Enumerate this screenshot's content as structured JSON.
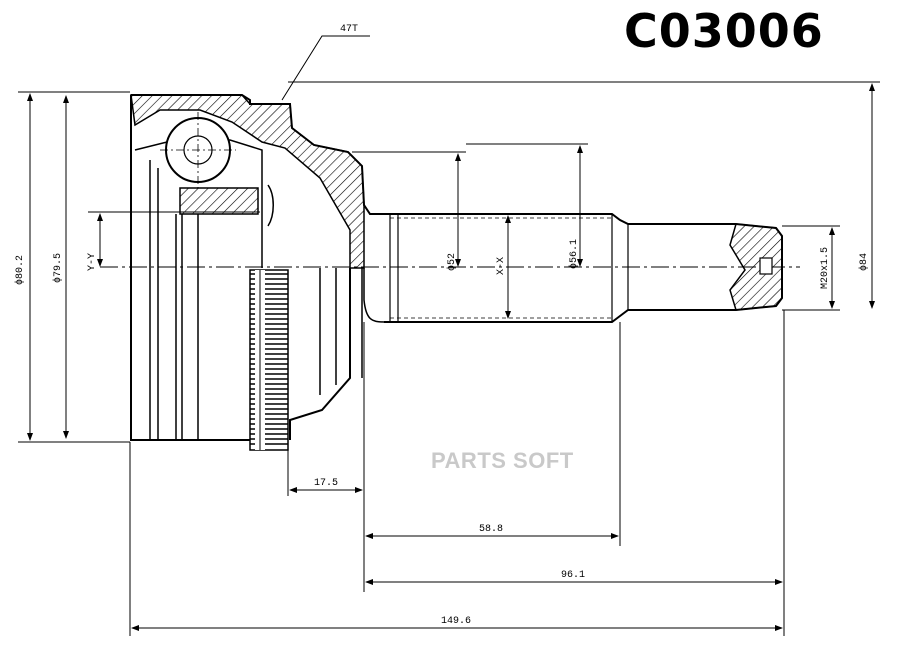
{
  "part_number": "C03006",
  "watermark": "PARTS SOFT",
  "labels": {
    "teeth": "47T",
    "axis_y": "Y-Y",
    "axis_x": "X-X",
    "thread": "M20x1.5"
  },
  "dimensions": {
    "d_outer_80_2": "ϕ80.2",
    "d_79_5": "ϕ79.5",
    "d_52": "ϕ52",
    "d_56_1": "ϕ56.1",
    "d_84": "ϕ84",
    "len_17_5": "17.5",
    "len_58_8": "58.8",
    "len_96_1": "96.1",
    "len_149_6": "149.6"
  }
}
